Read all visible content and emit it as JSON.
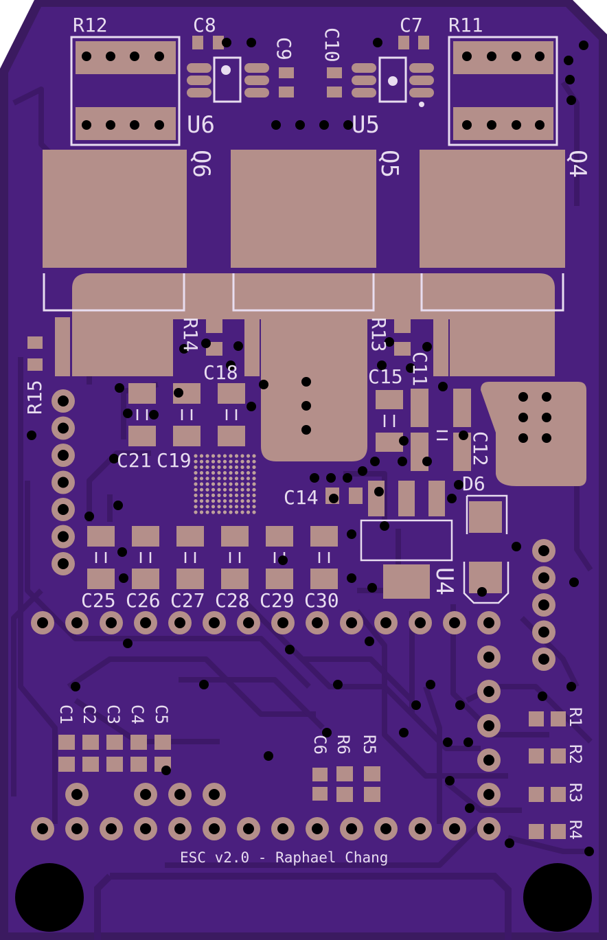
{
  "board": {
    "credit": "ESC v2.0 - Raphael Chang",
    "colors": {
      "board_edge": "#3b1a60",
      "soldermask": "#4a1f7e",
      "trace": "#3d1868",
      "copper_pad": "#b48f8a",
      "pad_light": "#bfa19b",
      "silkscreen": "#e8ddf0",
      "hole": "#000000"
    }
  },
  "refdes": {
    "r12": "R12",
    "c8": "C8",
    "c9": "C9",
    "c10": "C10",
    "c7": "C7",
    "r11": "R11",
    "u6": "U6",
    "u5": "U5",
    "q6": "Q6",
    "q5": "Q5",
    "q4": "Q4",
    "r14": "R14",
    "r13": "R13",
    "c18": "C18",
    "c15": "C15",
    "c11": "C11",
    "c12": "C12",
    "r15": "R15",
    "c21": "C21",
    "c19": "C19",
    "c14": "C14",
    "d6": "D6",
    "u4": "U4",
    "c25": "C25",
    "c26": "C26",
    "c27": "C27",
    "c28": "C28",
    "c29": "C29",
    "c30": "C30",
    "c1": "C1",
    "c2": "C2",
    "c3": "C3",
    "c4": "C4",
    "c5": "C5",
    "c6": "C6",
    "r6": "R6",
    "r5": "R5",
    "r1": "R1",
    "r2": "R2",
    "r3": "R3",
    "r4": "R4"
  }
}
